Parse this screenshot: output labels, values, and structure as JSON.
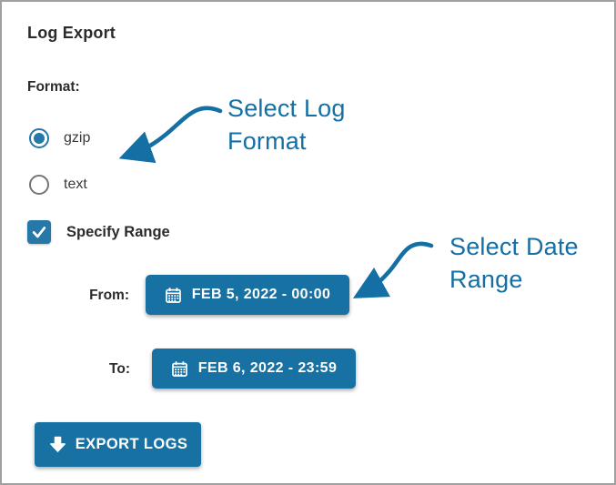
{
  "window": {
    "title": "Log Export"
  },
  "format": {
    "label": "Format:",
    "options": [
      {
        "label": "gzip",
        "selected": true
      },
      {
        "label": "text",
        "selected": false
      }
    ]
  },
  "range": {
    "checkbox_label": "Specify Range",
    "checked": true,
    "from_label": "From:",
    "from_value": "FEB 5, 2022 - 00:00",
    "to_label": "To:",
    "to_value": "FEB 6, 2022 - 23:59"
  },
  "export": {
    "label": "EXPORT LOGS"
  },
  "annotations": {
    "format_note": {
      "line1": "Select Log",
      "line2": "Format"
    },
    "range_note": {
      "line1": "Select Date",
      "line2": "Range"
    }
  },
  "icons": {
    "calendar": "calendar-icon",
    "download_arrow": "download-arrow-icon",
    "radio_selected": "radio-selected-icon",
    "radio_unselected": "radio-unselected-icon",
    "checkbox_check": "checkmark-icon"
  },
  "colors": {
    "button_blue": "#1871a3",
    "control_blue": "#2578a8",
    "annotation_blue": "#146fa4",
    "border_gray": "#a0a0a0",
    "text_dark": "#2b2b2b"
  }
}
